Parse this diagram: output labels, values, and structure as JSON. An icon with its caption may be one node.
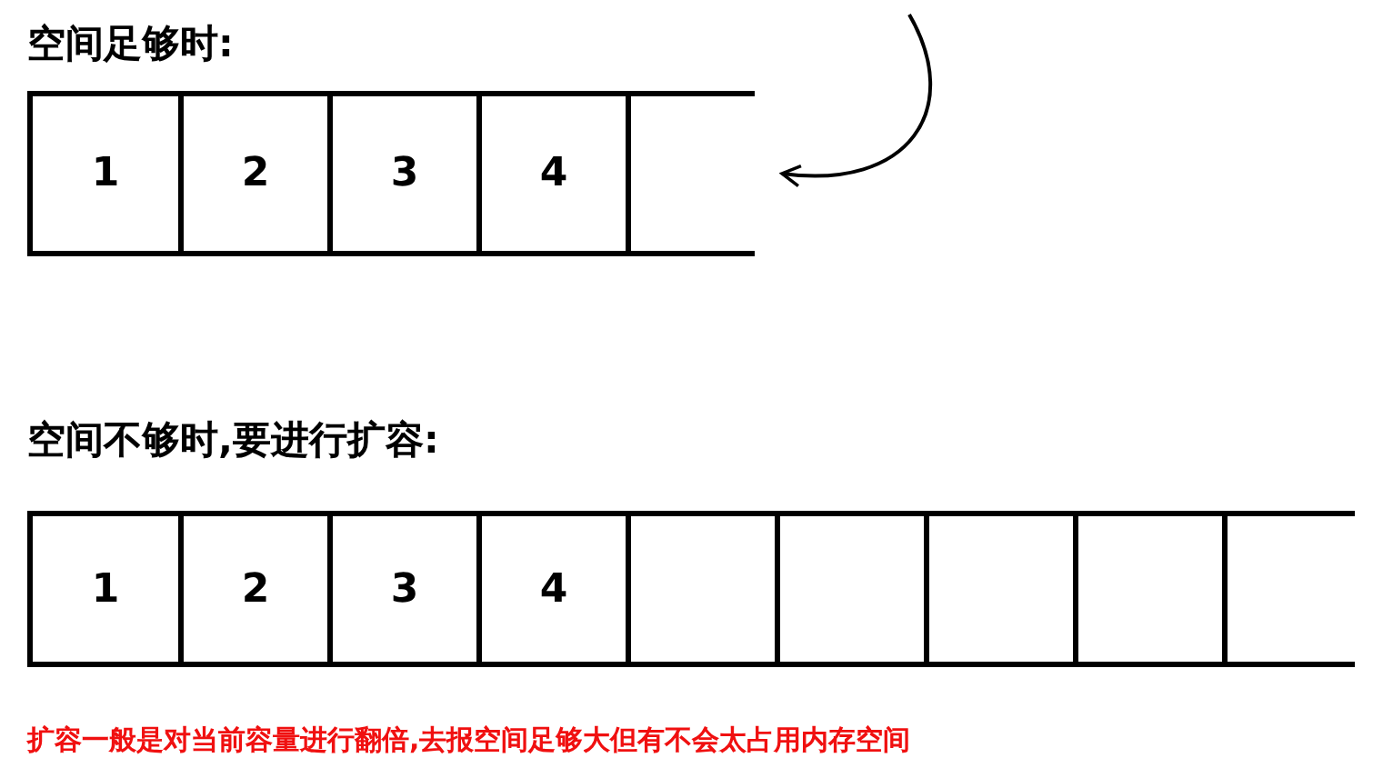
{
  "diagram": {
    "nodes": [
      {
        "text": [
          "1"
        ]
      },
      {
        "text": [
          "2"
        ]
      },
      {
        "text": [
          "3"
        ]
      },
      {
        "text": [
          "4"
        ]
      },
      {
        "text": [],
        "shape": "box"
      },
      {
        "text": [
          "1"
        ]
      },
      {
        "text": [
          "2"
        ]
      },
      {
        "text": [
          "3"
        ]
      },
      {
        "text": [
          "4"
        ]
      },
      {
        "text": [],
        "shape": "box"
      },
      {
        "text": [],
        "shape": "box"
      },
      {
        "text": [],
        "shape": "box"
      },
      {
        "text": [],
        "shape": "box"
      },
      {
        "text": [],
        "shape": "box"
      }
    ],
    "edges": [
      {
        "from": null,
        "to": 4,
        "arrow": "to"
      }
    ],
    "labels": [
      "空间足够时:",
      "空间不够时,要进行扩容:",
      "扩容一般是对当前容量进行翻倍,去报空间足够大但有不会太占用内存空间"
    ]
  }
}
